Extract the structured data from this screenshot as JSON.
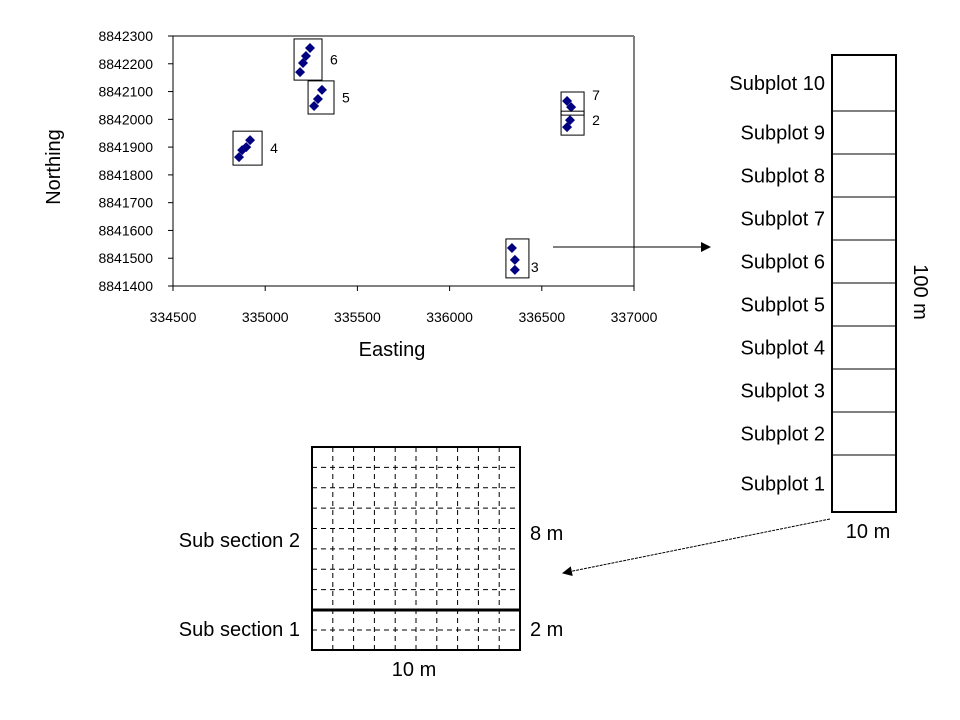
{
  "chart_data": {
    "type": "scatter",
    "title": "",
    "xlabel": "Easting",
    "ylabel": "Northing",
    "xlim": [
      334500,
      337000
    ],
    "ylim": [
      8841400,
      8842300
    ],
    "x_ticks": [
      334500,
      335000,
      335500,
      336000,
      336500,
      337000
    ],
    "y_ticks": [
      8841400,
      8841500,
      8841600,
      8841700,
      8841800,
      8841900,
      8842000,
      8842100,
      8842200,
      8842300
    ],
    "x_tick_labels": [
      "334500",
      "335000",
      "335500",
      "336000",
      "336500",
      "337000"
    ],
    "y_tick_labels": [
      "8841400",
      "8841500",
      "8841600",
      "8841700",
      "8841800",
      "8841900",
      "8842000",
      "8842100",
      "8842200",
      "8842300"
    ],
    "grid": false,
    "legend": "none",
    "marker": "diamond",
    "marker_color": "#000080",
    "series": [
      {
        "name": "Plot 6",
        "label": "6",
        "points": [
          [
            335189,
            8842170
          ],
          [
            335205,
            8842203
          ],
          [
            335221,
            8842228
          ],
          [
            335243,
            8842257
          ]
        ]
      },
      {
        "name": "Plot 5",
        "label": "5",
        "points": [
          [
            335265,
            8842048
          ],
          [
            335286,
            8842073
          ],
          [
            335308,
            8842106
          ]
        ]
      },
      {
        "name": "Plot 4",
        "label": "4",
        "points": [
          [
            334858,
            8841864
          ],
          [
            334875,
            8841889
          ],
          [
            334897,
            8841900
          ],
          [
            334918,
            8841925
          ]
        ]
      },
      {
        "name": "Plot 7",
        "label": "7",
        "points": [
          [
            336637,
            8842066
          ],
          [
            336659,
            8842044
          ]
        ]
      },
      {
        "name": "Plot 2",
        "label": "2",
        "points": [
          [
            336637,
            8841972
          ],
          [
            336653,
            8841997
          ]
        ]
      },
      {
        "name": "Plot 3",
        "label": "3",
        "points": [
          [
            336338,
            8841537
          ],
          [
            336354,
            8841494
          ],
          [
            336354,
            8841458
          ]
        ]
      }
    ]
  },
  "subplot_column": {
    "labels": [
      "Subplot 10",
      "Subplot 9",
      "Subplot 8",
      "Subplot 7",
      "Subplot 6",
      "Subplot 5",
      "Subplot 4",
      "Subplot 3",
      "Subplot 2",
      "Subplot 1"
    ],
    "length_label": "100 m",
    "width_label": "10 m"
  },
  "subsection_grid": {
    "sections": [
      {
        "label": "Sub section 2",
        "size_label": "8 m"
      },
      {
        "label": "Sub section 1",
        "size_label": "2 m"
      }
    ],
    "width_label": "10 m",
    "columns": 10,
    "rows_section2": 8,
    "rows_section1": 2
  },
  "colors": {
    "marker": "#000080",
    "plot_frame": "#808080",
    "line": "#000000"
  }
}
